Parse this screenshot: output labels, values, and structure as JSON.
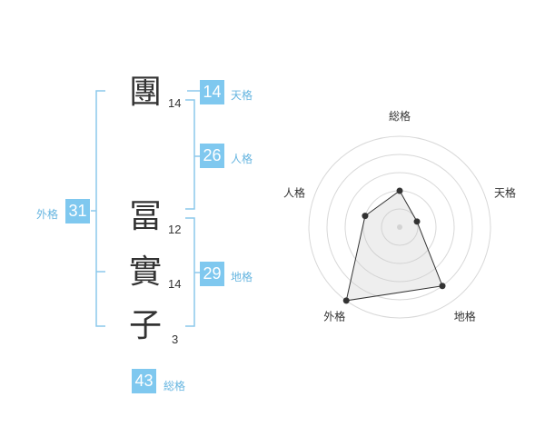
{
  "characters": [
    {
      "char": "團",
      "strokes": "14"
    },
    {
      "char": "冨",
      "strokes": "12"
    },
    {
      "char": "實",
      "strokes": "14"
    },
    {
      "char": "子",
      "strokes": "3"
    }
  ],
  "fortunes": {
    "tenkaku": {
      "label": "天格",
      "value": "14"
    },
    "jinkaku": {
      "label": "人格",
      "value": "26"
    },
    "chikaku": {
      "label": "地格",
      "value": "29"
    },
    "gaikaku": {
      "label": "外格",
      "value": "31"
    },
    "soukaku": {
      "label": "総格",
      "value": "43"
    }
  },
  "colors": {
    "accent": "#7fc8ef",
    "accent_text": "#66b5e0",
    "bracket": "#8cc8ec"
  },
  "chart_data": {
    "type": "radar",
    "axes": [
      "総格",
      "天格",
      "地格",
      "外格",
      "人格"
    ],
    "values": [
      0.4,
      0.2,
      0.8,
      1.0,
      0.4
    ],
    "rings": 5,
    "grid": true
  }
}
